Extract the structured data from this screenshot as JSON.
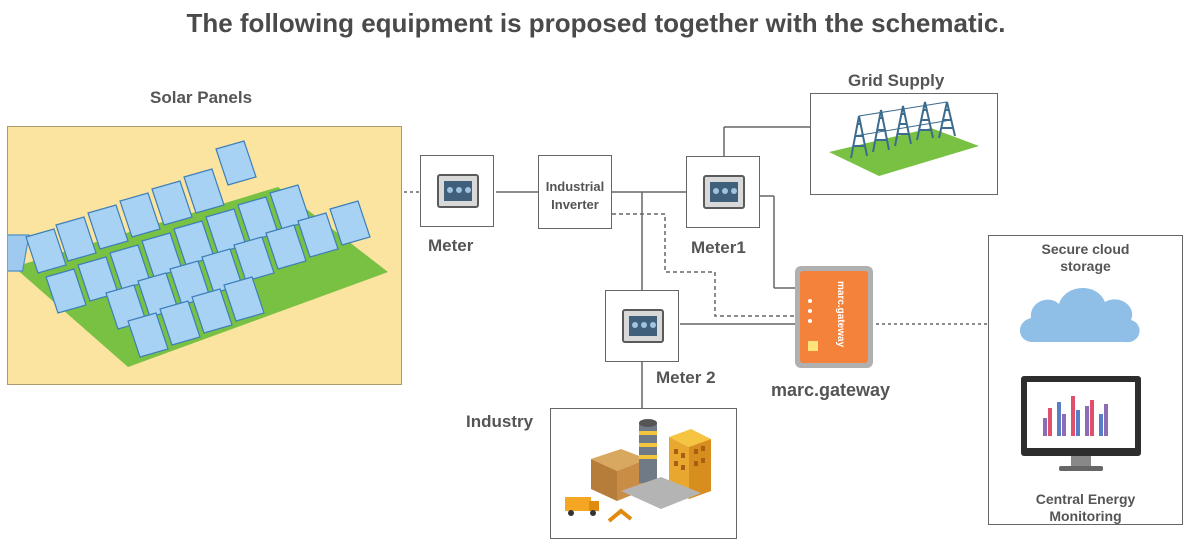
{
  "header": {
    "title": "The following equipment is proposed together with the schematic."
  },
  "labels": {
    "solar_panels": "Solar Panels",
    "meter": "Meter",
    "inverter_line1": "Industrial",
    "inverter_line2": "Inverter",
    "meter1": "Meter1",
    "meter2": "Meter 2",
    "grid_supply": "Grid Supply",
    "gateway": "marc.gateway",
    "gateway_device_text": "marc.gateway",
    "industry": "Industry",
    "cloud_line1": "Secure cloud",
    "cloud_line2": "storage",
    "monitoring_line1": "Central Energy",
    "monitoring_line2": "Monitoring"
  },
  "colors": {
    "solar_bg": "#fbe3a0",
    "grass": "#79c142",
    "panel": "#9fcaf0",
    "gateway": "#f5823a",
    "cloud": "#8fbfe6",
    "wire": "#666666"
  },
  "icons": [
    "solar-panel-icon",
    "meter-device-icon",
    "pylon-icon",
    "gateway-device-icon",
    "cloud-icon",
    "monitor-icon",
    "factory-icon"
  ]
}
